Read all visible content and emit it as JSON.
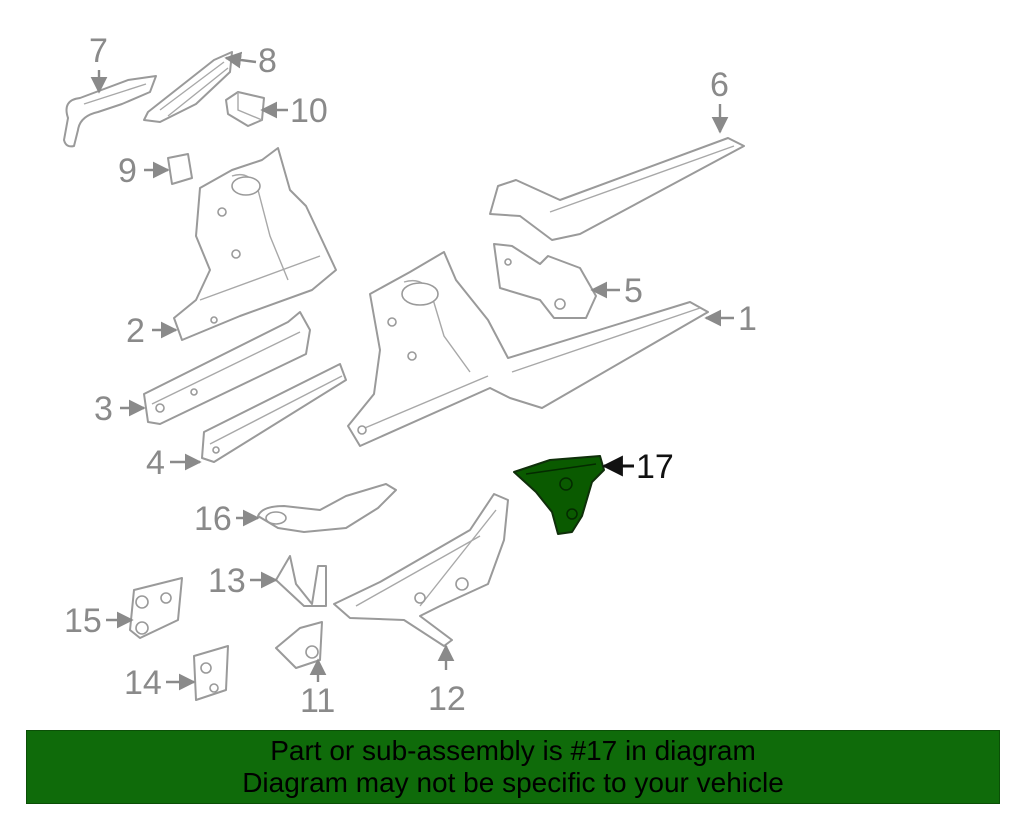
{
  "diagram": {
    "callouts": [
      "1",
      "2",
      "3",
      "4",
      "5",
      "6",
      "7",
      "8",
      "9",
      "10",
      "11",
      "12",
      "13",
      "14",
      "15",
      "16",
      "17"
    ],
    "highlighted_part": "17",
    "highlight_color": "#0f6b0a"
  },
  "banner": {
    "line1": "Part or sub-assembly is #17 in diagram",
    "line2": "Diagram may not be specific to your vehicle",
    "background": "#0f6b0a"
  }
}
